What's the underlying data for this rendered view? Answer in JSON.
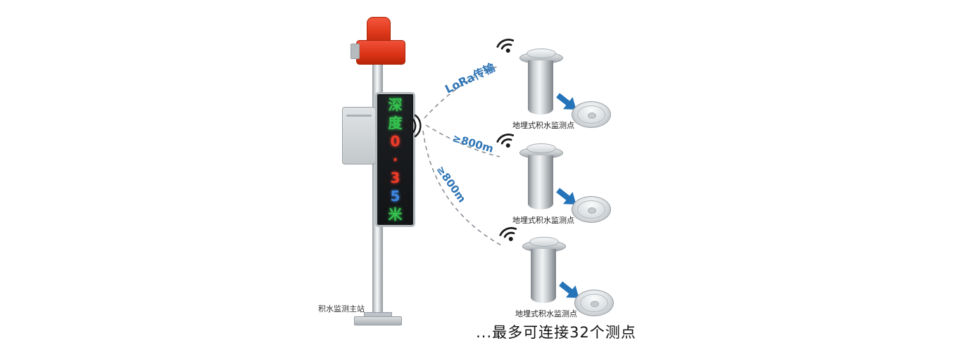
{
  "station": {
    "label": "积水监测主站",
    "display_chars": [
      {
        "ch": "深",
        "color": "#35c24e"
      },
      {
        "ch": "度",
        "color": "#35c24e"
      },
      {
        "ch": "0",
        "color": "#ef3b2a"
      },
      {
        "ch": "·",
        "color": "#ef3b2a"
      },
      {
        "ch": "3",
        "color": "#ef3b2a"
      },
      {
        "ch": "5",
        "color": "#3f86e0"
      },
      {
        "ch": "米",
        "color": "#35c24e"
      }
    ]
  },
  "links": [
    {
      "label": "LoRa传输"
    },
    {
      "label": "≥800m"
    },
    {
      "label": "≥800m"
    }
  ],
  "sensors": [
    {
      "label": "地埋式积水监测点"
    },
    {
      "label": "地埋式积水监测点"
    },
    {
      "label": "地埋式积水监测点"
    }
  ],
  "footer": "...最多可连接32个测点",
  "colors": {
    "link_label": "#2e75b6",
    "dash": "#8a9097",
    "arrow": "#2574b9",
    "wifi": "#1a1a1a",
    "siren": "#e03a1c"
  },
  "icons": {
    "emitter": "wireless-signal",
    "sensor": "wifi",
    "arrow": "arrow-down-right"
  }
}
